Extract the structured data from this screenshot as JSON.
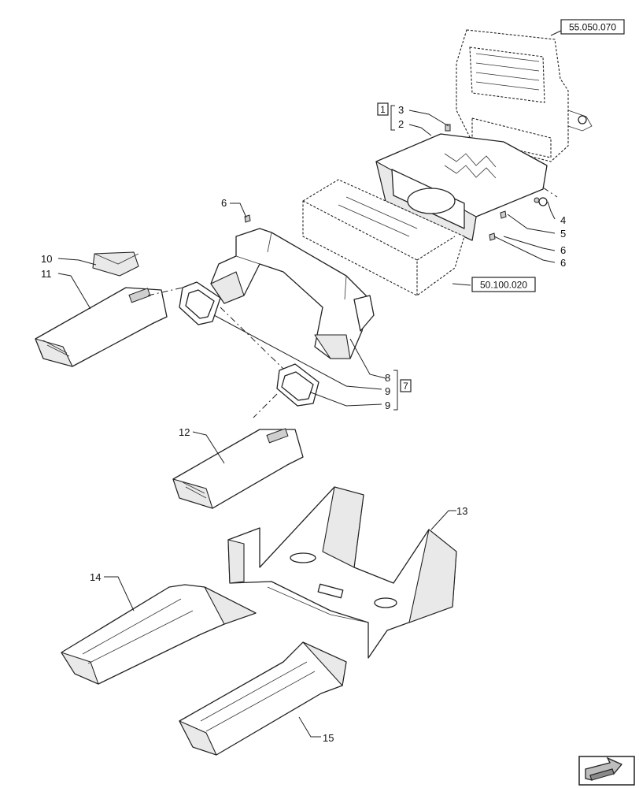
{
  "references": {
    "upper": "55.050.070",
    "middle": "50.100.020"
  },
  "kits": {
    "kit_1": "1",
    "kit_7": "7"
  },
  "callouts": {
    "c2": "2",
    "c3": "3",
    "c4": "4",
    "c5": "5",
    "c6_top": "6",
    "c6_a": "6",
    "c6_b": "6",
    "c8": "8",
    "c9_a": "9",
    "c9_b": "9",
    "c10": "10",
    "c11": "11",
    "c12": "12",
    "c13": "13",
    "c14": "14",
    "c15": "15"
  },
  "icons": {
    "navigation": "next-page-arrow-icon"
  }
}
